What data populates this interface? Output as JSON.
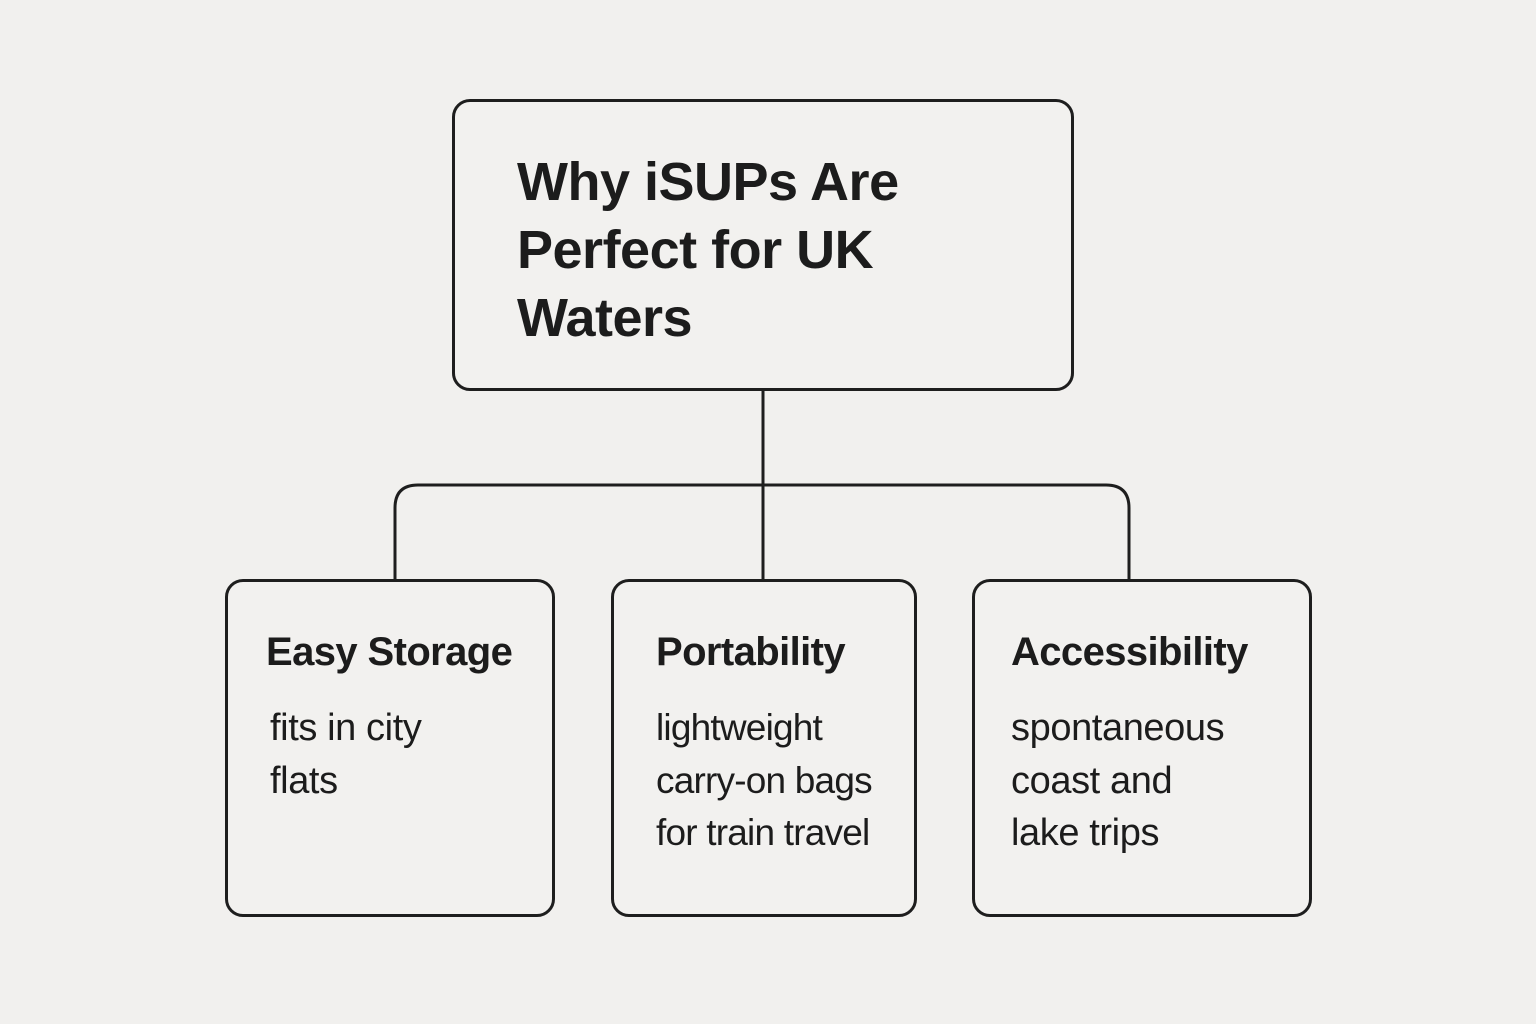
{
  "diagram": {
    "type": "hierarchy",
    "colors": {
      "background": "#f1f0ee",
      "stroke": "#1e1e1e",
      "text": "#1c1c1c"
    },
    "root": {
      "title_lines": [
        "Why iSUPs Are",
        "Perfect for UK",
        "Waters"
      ],
      "title": "Why iSUPs Are Perfect for UK Waters"
    },
    "children": [
      {
        "title": "Easy Storage",
        "description": "fits in city\nflats"
      },
      {
        "title": "Portability",
        "description": "lightweight\ncarry-on bags\nfor train travel"
      },
      {
        "title": "Accessibility",
        "description": "spontaneous\ncoast and\nlake trips"
      }
    ]
  }
}
